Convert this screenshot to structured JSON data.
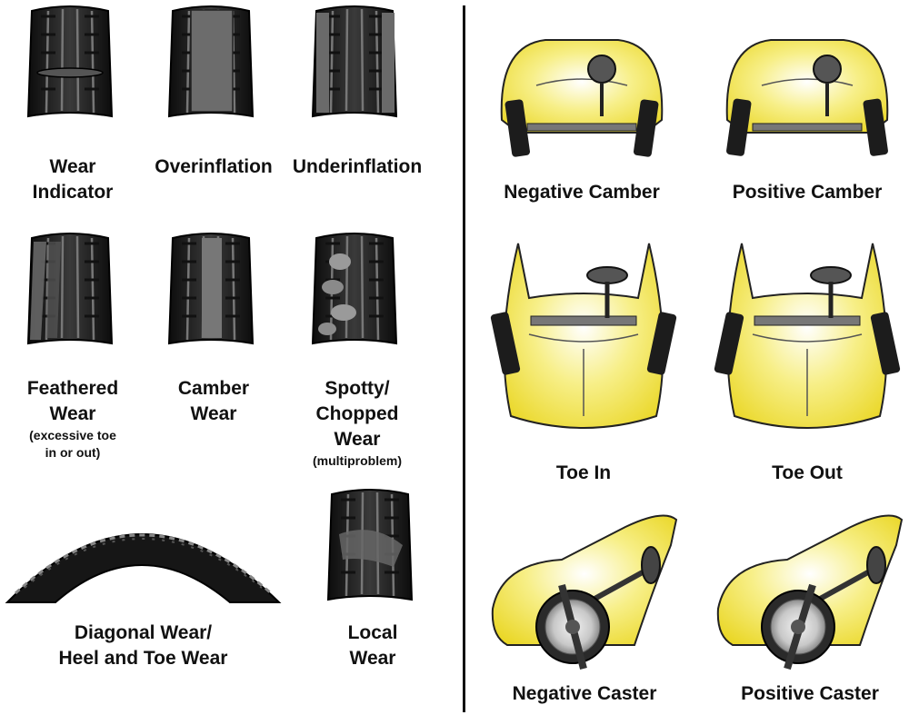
{
  "tires": {
    "wear_indicator": {
      "line1": "Wear",
      "line2": "Indicator"
    },
    "overinflation": {
      "line1": "Overinflation"
    },
    "underinflation": {
      "line1": "Underinflation"
    },
    "feathered": {
      "line1": "Feathered",
      "line2": "Wear",
      "sub1": "(excessive toe",
      "sub2": "in or out)"
    },
    "camber_wear": {
      "line1": "Camber",
      "line2": "Wear"
    },
    "spotty": {
      "line1": "Spotty/",
      "line2": "Chopped",
      "line3": "Wear",
      "sub1": "(multiproblem)"
    },
    "diagonal": {
      "line1": "Diagonal Wear/",
      "line2": "Heel and Toe Wear"
    },
    "local": {
      "line1": "Local",
      "line2": "Wear"
    }
  },
  "alignment": {
    "negative_camber": "Negative Camber",
    "positive_camber": "Positive Camber",
    "toe_in": "Toe In",
    "toe_out": "Toe Out",
    "negative_caster": "Negative Caster",
    "positive_caster": "Positive Caster"
  },
  "colors": {
    "body_yellow": "#f3e34a",
    "tire_dark": "#1c1c1c",
    "divider": "#111111"
  }
}
